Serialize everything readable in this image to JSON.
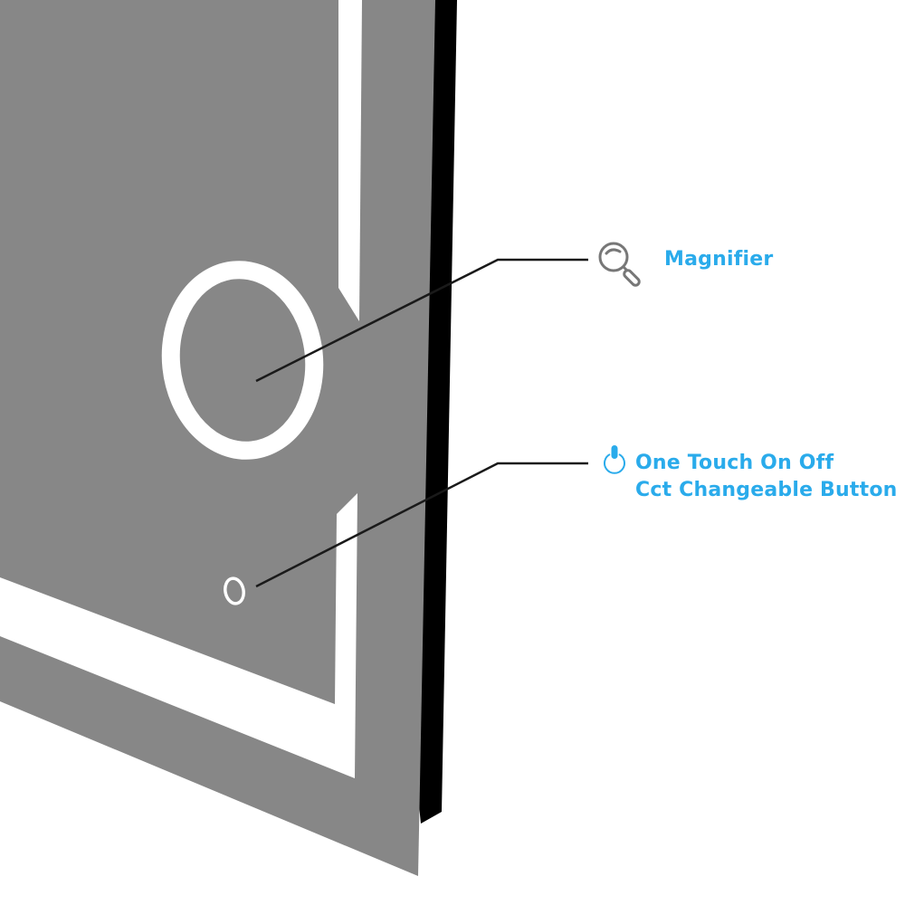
{
  "diagram": {
    "subject": "LED bathroom mirror corner detail",
    "colors": {
      "mirror_panel": "#878787",
      "led_strip": "#ffffff",
      "frame": "#000000",
      "leader_line": "#1a1a1a",
      "label_text": "#2aabeb",
      "magnifier_icon": "#777777",
      "power_icon": "#2aabeb"
    },
    "callouts": [
      {
        "id": "magnifier",
        "icon": "magnifier-icon",
        "label": "Magnifier"
      },
      {
        "id": "touch-button",
        "icon": "touch-power-icon",
        "label_line1": "One Touch On Off",
        "label_line2": "Cct Changeable Button"
      }
    ]
  }
}
